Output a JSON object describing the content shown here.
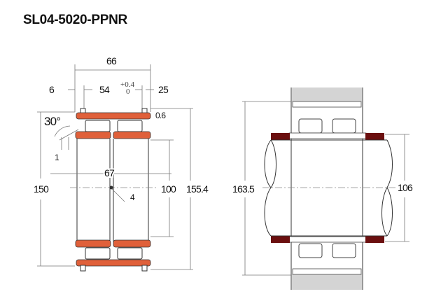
{
  "title": "SL04-5020-PPNR",
  "colors": {
    "ring": "#e0603a",
    "sleeve": "#6b0f0f",
    "housing": "#d4d4d4"
  },
  "left_view": {
    "width": "66",
    "left_offset": "6",
    "inner_span": "54",
    "tol_upper": "+0.4",
    "tol_lower": "0",
    "right_offset": "25",
    "chamfer": "0.6",
    "angle": "30°",
    "step": "1",
    "roller_dia": "67",
    "outer_dia": "150",
    "groove": "4",
    "bore": "100",
    "max_dia": "155.4"
  },
  "right_view": {
    "housing_dia": "163.5",
    "shaft_dia": "106"
  }
}
